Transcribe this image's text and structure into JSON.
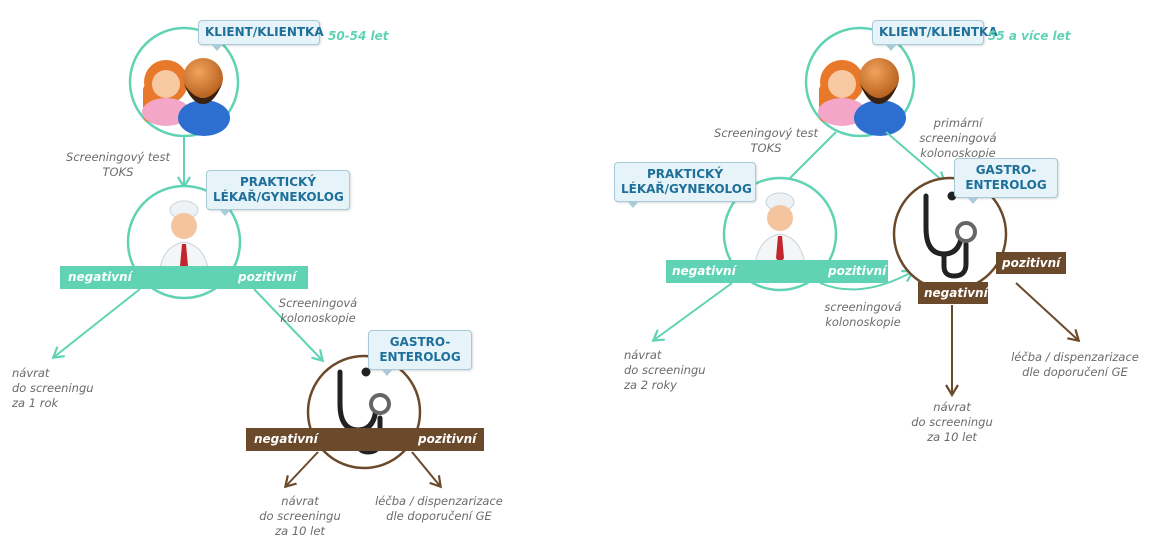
{
  "colors": {
    "green": "#5fd3b3",
    "brown": "#6b4a2b",
    "callout_text": "#1e6f9a",
    "note": "#6b6b6b"
  },
  "left": {
    "client_label": "KLIENT/KLIENTKA",
    "age": "50-54 let",
    "test_label": "Screeningový test\nTOKS",
    "gp_label": "PRAKTICKÝ\nLÉKAŘ/GYNEKOLOG",
    "gp_negative": "negativní",
    "gp_positive": "pozitivní",
    "colonoscopy_label": "Screeningová\nkolonoskopie",
    "return_1": "návrat\ndo screeningu\nza 1 rok",
    "ge_label": "GASTRO-\nENTEROLOG",
    "ge_negative": "negativní",
    "ge_positive": "pozitivní",
    "return_10": "návrat\ndo screeningu\nza 10 let",
    "treatment": "léčba / dispenzarizace\ndle doporučení GE"
  },
  "right": {
    "client_label": "KLIENT/KLIENTKA",
    "age": "55 a více let",
    "test_label": "Screeningový test\nTOKS",
    "primary_label": "primární\nscreeningová\nkolonoskopie",
    "gp_label": "PRAKTICKÝ\nLÉKAŘ/GYNEKOLOG",
    "gp_negative": "negativní",
    "gp_positive": "pozitivní",
    "colonoscopy_label": "screeningová\nkolonoskopie",
    "return_2": "návrat\ndo screeningu\nza 2 roky",
    "ge_label": "GASTRO-\nENTEROLOG",
    "ge_negative": "negativní",
    "ge_positive": "pozitivní",
    "return_10": "návrat\ndo screeningu\nza 10 let",
    "treatment": "léčba / dispenzarizace\ndle doporučení GE"
  },
  "icons": [
    "clients-icon",
    "doctor-icon",
    "stethoscope-icon"
  ]
}
